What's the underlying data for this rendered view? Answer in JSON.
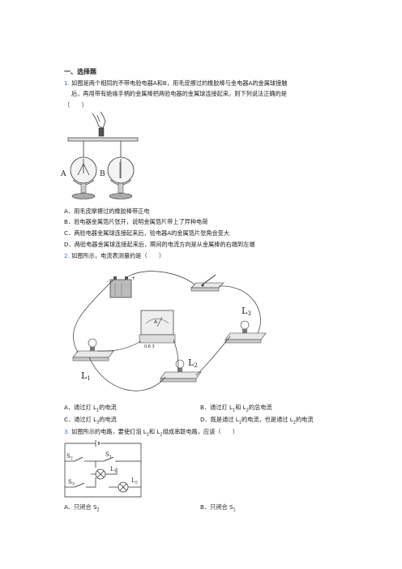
{
  "section": "一、选择题",
  "questions": [
    {
      "num": "1.",
      "stem_line1": "如图是两个相同的不带电验电器A和B，用毛皮擦过的橡胶棒与金电器A的金属球接触",
      "stem_line2": "后，再用带有绝缘手柄的金属棒把两验电器的金属球连接起来。则下列说法正确的是",
      "paren": "（　　）",
      "figure_labels": {
        "a": "A",
        "b": "B"
      },
      "options": [
        "A．用毛皮摩擦过的橡胶棒带正电",
        "B．验电器金属箔片张开，说明金属箔片带上了异种电荷",
        "C．两验电器金属球连接起来后，验电器A的金属箔片张角会变大",
        "D．两验电器金属球连接起来后，瞬间的电流方向是从金属棒的右端到左端"
      ]
    },
    {
      "num": "2.",
      "stem": "如图所示，电流表测量的是（　　）",
      "figure_labels": {
        "l1": "L",
        "l1_sub": "1",
        "l2": "L",
        "l2_sub": "2",
        "l3": "L",
        "l3_sub": "3",
        "meter": "A",
        "scale": "0.6  3"
      },
      "options": [
        {
          "letter": "A．",
          "text": "通过灯 L",
          "sub": "1",
          "tail": "的电流"
        },
        {
          "letter": "B．",
          "text": "通过灯 L",
          "sub": "1",
          "mid": "和 L",
          "sub2": "2",
          "tail": "的总电流"
        },
        {
          "letter": "C．",
          "text": "通过灯 L",
          "sub": "3",
          "tail": "的电流"
        },
        {
          "letter": "D．",
          "text": "既是通过 L",
          "sub": "1",
          "mid": "的电流，也是通过 L",
          "sub2": "2",
          "tail": "的电流"
        }
      ]
    },
    {
      "num": "3.",
      "stem_pre": "如图所示的电路，要使灯泡 L",
      "stem_sub1": "1",
      "stem_mid": "和 L",
      "stem_sub2": "2",
      "stem_post": "组成串联电路，应该（　　）",
      "figure_labels": {
        "s1": "S",
        "s1_sub": "1",
        "s2": "S",
        "s2_sub": "2",
        "s3": "S",
        "s3_sub": "3",
        "l1": "L",
        "l1_sub": "1",
        "l2": "L",
        "l2_sub": "2"
      },
      "options": [
        {
          "letter": "A．",
          "text": "只闭合 S",
          "sub": "2"
        },
        {
          "letter": "B．",
          "text": "只闭合 S",
          "sub": "1"
        }
      ]
    }
  ]
}
